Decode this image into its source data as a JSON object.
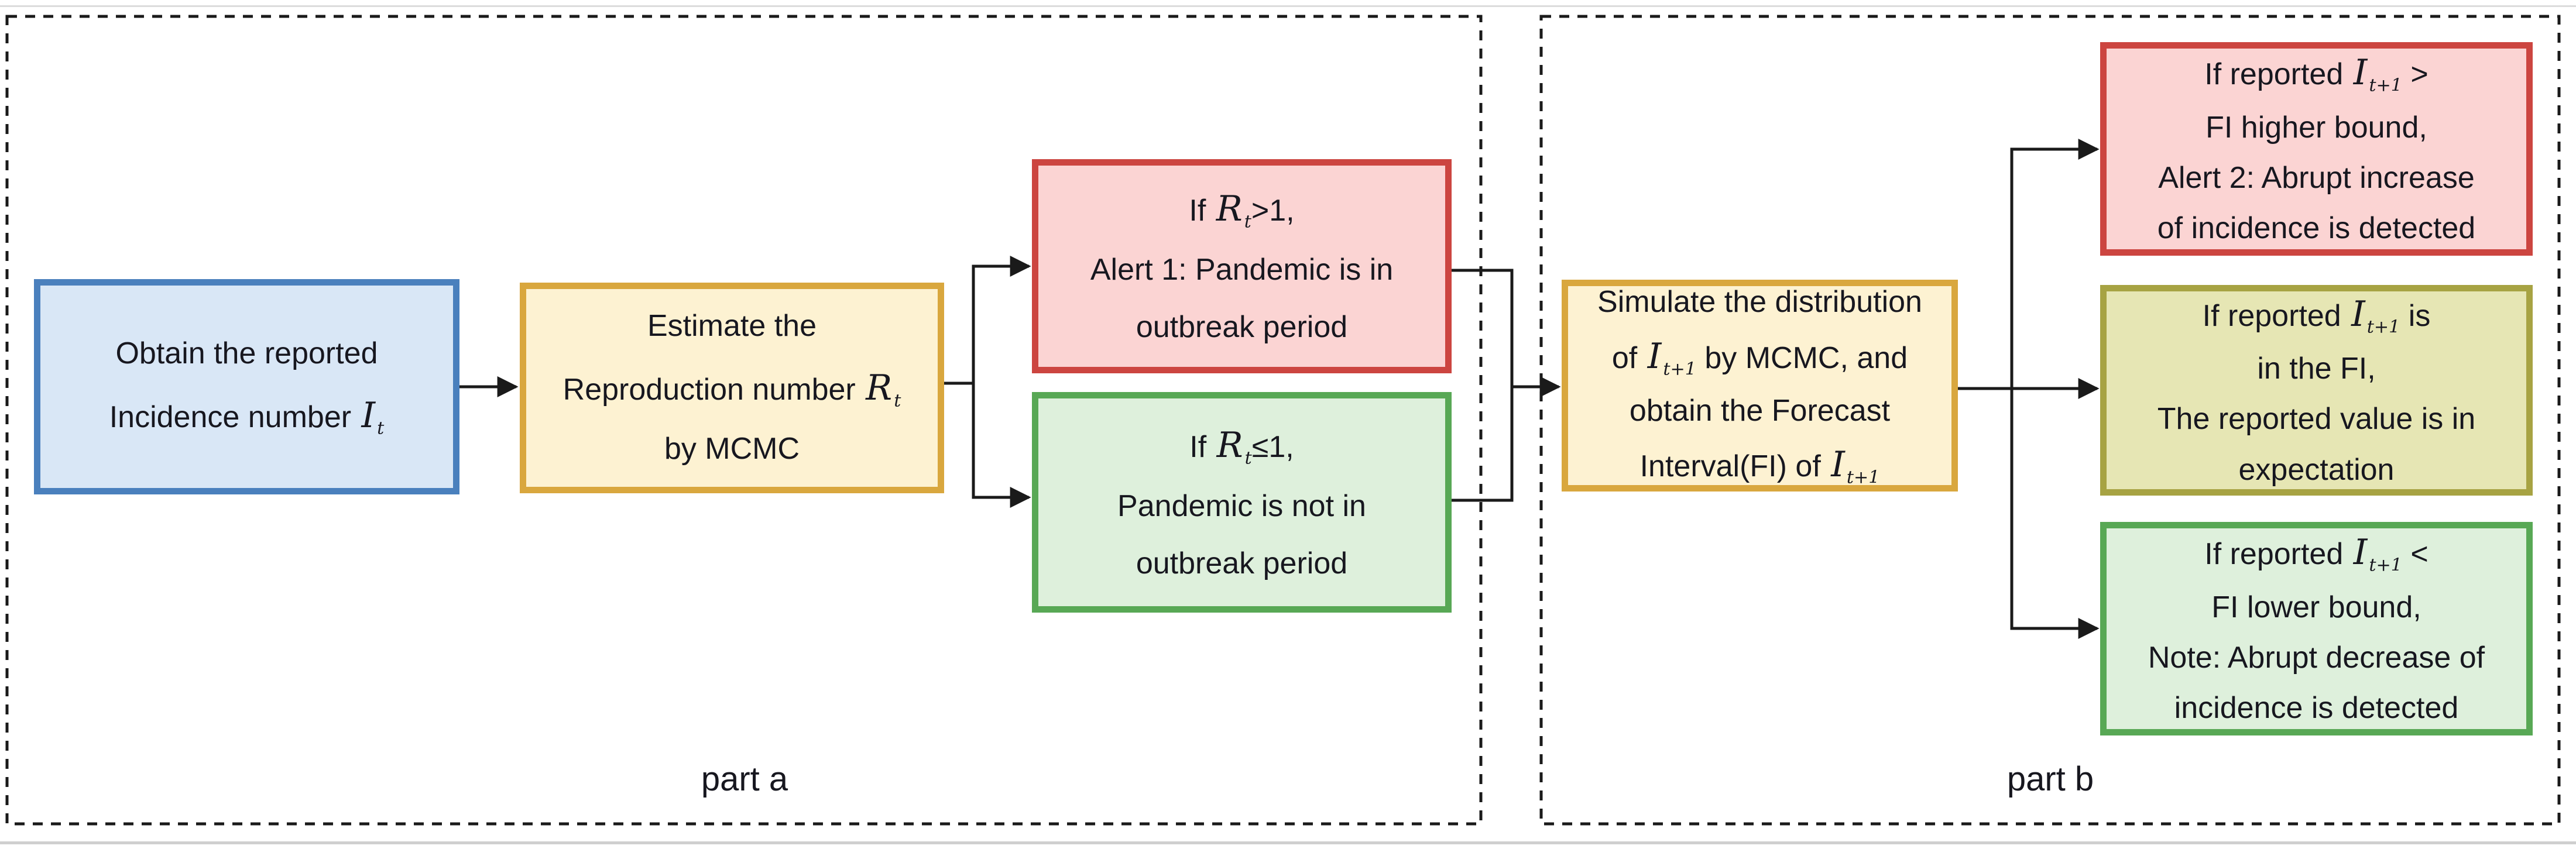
{
  "palette": {
    "line": "#1a1a1a",
    "blue_border": "#4a80bd",
    "blue_fill": "#d9e7f6",
    "gold_border": "#d9a73e",
    "gold_fill": "#fdf2d2",
    "red_border": "#cc4540",
    "red_fill": "#fbd4d3",
    "green_border": "#58a855",
    "green_fill": "#def0dc",
    "olive_border": "#a7a343",
    "olive_fill": "#e6e6b4"
  },
  "part_a": {
    "label": "part a",
    "boxes": {
      "obtain_incidence": {
        "lines": [
          "Obtain the reported",
          "Incidence number $I_{t}$"
        ]
      },
      "estimate_rt": {
        "lines": [
          "Estimate the",
          "Reproduction number $R_{t}$",
          "by MCMC"
        ]
      },
      "alert_outbreak": {
        "lines": [
          "If $R_{t}$>1,",
          "Alert 1: Pandemic is in",
          "outbreak period"
        ]
      },
      "not_outbreak": {
        "lines": [
          "If $R_{t}$≤1,",
          "Pandemic is not in",
          "outbreak period"
        ]
      }
    }
  },
  "part_b": {
    "label": "part b",
    "boxes": {
      "simulate_fi": {
        "lines": [
          "Simulate the distribution",
          "of $I_{t+1}$ by MCMC, and",
          "obtain the Forecast",
          "Interval(FI) of $I_{t+1}$"
        ]
      },
      "alert_increase": {
        "lines": [
          "If reported $I_{t+1}$ >",
          "FI higher bound,",
          "Alert 2: Abrupt increase",
          "of incidence is detected"
        ]
      },
      "in_expectation": {
        "lines": [
          "If reported $I_{t+1}$ is",
          "in the FI,",
          "The reported value is in",
          "expectation"
        ]
      },
      "abrupt_decrease": {
        "lines": [
          "If reported $I_{t+1}$ <",
          "FI lower bound,",
          "Note: Abrupt decrease of",
          "incidence is detected"
        ]
      }
    }
  }
}
